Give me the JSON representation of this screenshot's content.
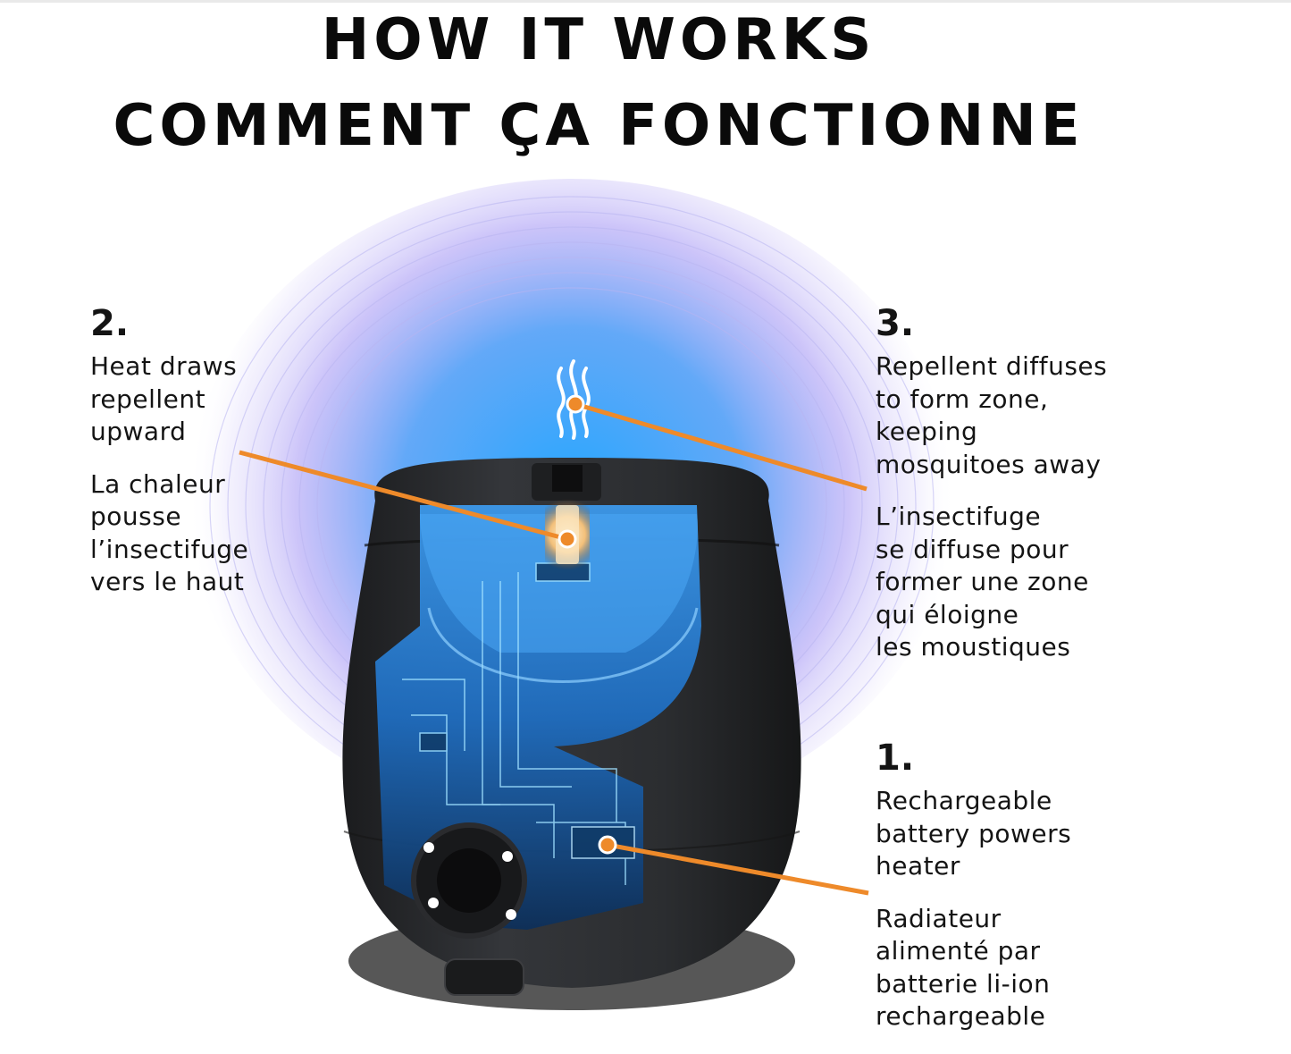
{
  "header": {
    "title_en": "HOW IT WORKS",
    "title_fr": "COMMENT ÇA FONCTIONNE"
  },
  "colors": {
    "accent_orange": "#ee8a2a",
    "glow_blue": "#1aa3ff",
    "glow_purple": "#8e7cf2",
    "device_body": "#2b2d30",
    "text": "#141414"
  },
  "icons": {
    "heat_waves": "heat-waves-icon"
  },
  "steps": [
    {
      "number": "2.",
      "text_en": "Heat draws\nrepellent\nupward",
      "text_fr": "La chaleur\npousse\nl’insectifuge\nvers le haut"
    },
    {
      "number": "3.",
      "text_en": "Repellent diffuses\nto form zone,\nkeeping\nmosquitoes away",
      "text_fr": "L’insectifuge\nse diffuse pour\nformer une zone\nqui éloigne\nles moustiques"
    },
    {
      "number": "1.",
      "text_en": "Rechargeable\nbattery powers\nheater",
      "text_fr": "Radiateur\nalimenté par\nbatterie li-ion\nrechargeable"
    }
  ]
}
